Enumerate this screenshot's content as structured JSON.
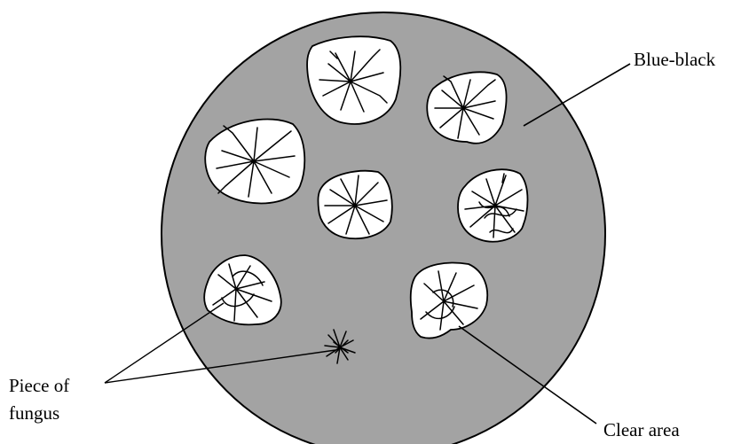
{
  "labels": {
    "blue_black": "Blue-black",
    "piece_of_fungus_line1": "Piece of",
    "piece_of_fungus_line2": "fungus",
    "clear_area": "Clear area"
  },
  "colors": {
    "agar": "#a3a3a3",
    "clear_area": "#ffffff",
    "outline": "#000000"
  }
}
